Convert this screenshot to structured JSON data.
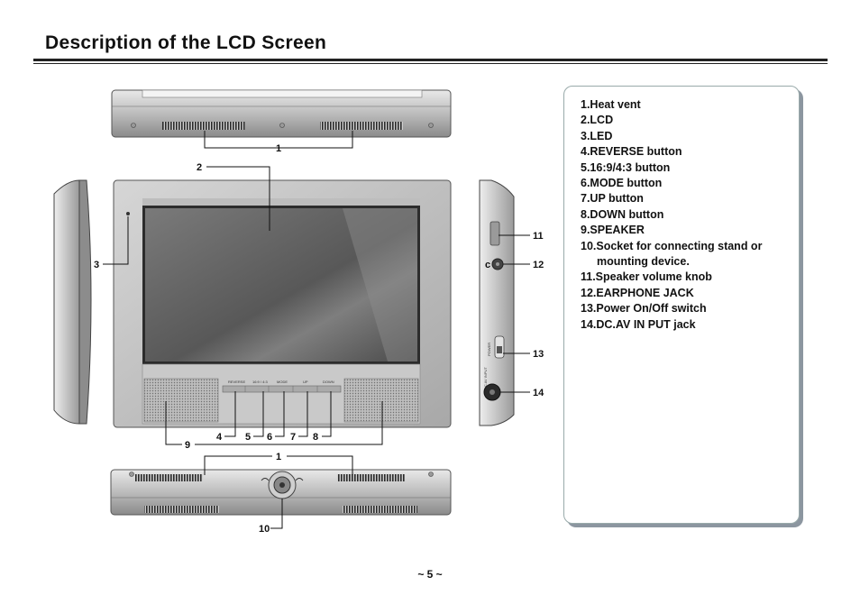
{
  "page": {
    "title": "Description of the LCD Screen",
    "page_number": "~ 5 ~"
  },
  "legend": [
    "1.Heat vent",
    "2.LCD",
    "3.LED",
    "4.REVERSE button",
    "5.16:9/4:3 button",
    "6.MODE button",
    "7.UP button",
    "8.DOWN button",
    "9.SPEAKER",
    "10.Socket for connecting stand or",
    "mounting device.",
    "11.Speaker volume knob",
    "12.EARPHONE JACK",
    "13.Power On/Off switch",
    "14.DC.AV IN PUT jack"
  ],
  "callouts": {
    "top_vent": "1",
    "lcd": "2",
    "led": "3",
    "reverse": "4",
    "aspect": "5",
    "mode": "6",
    "up": "7",
    "down": "8",
    "speaker": "9",
    "bottom_vent": "1",
    "socket": "10",
    "volume": "11",
    "earphone": "12",
    "power": "13",
    "dc_in": "14"
  },
  "buttons": {
    "reverse": "REVERSE",
    "aspect": "16:9 / 4:3",
    "mode": "MODE",
    "up": "UP",
    "down": "DOWN"
  },
  "side_labels": {
    "power": "POWER",
    "dc": "DC AV INPUT"
  }
}
